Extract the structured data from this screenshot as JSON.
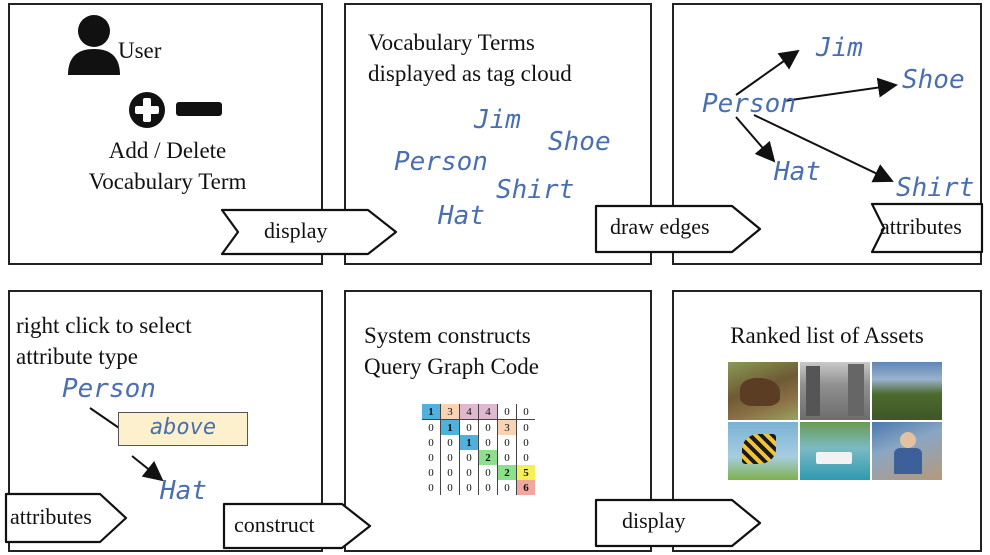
{
  "panel1": {
    "user_label": "User",
    "add_delete_line1": "Add / Delete",
    "add_delete_line2": "Vocabulary Term",
    "arrow_label": "display"
  },
  "panel2": {
    "title_line1": "Vocabulary Terms",
    "title_line2": "displayed as tag cloud",
    "tags": [
      "Jim",
      "Shoe",
      "Person",
      "Shirt",
      "Hat"
    ],
    "arrow_label": "draw edges"
  },
  "panel3": {
    "nodes": [
      "Jim",
      "Shoe",
      "Person",
      "Hat",
      "Shirt"
    ],
    "arrow_label": "attributes"
  },
  "panel4": {
    "title_line1": "right click to select",
    "title_line2": "attribute type",
    "node_from": "Person",
    "attribute": "above",
    "node_to": "Hat",
    "left_arrow_label": "attributes",
    "arrow_label": "construct"
  },
  "panel5": {
    "title_line1": "System constructs",
    "title_line2": "Query Graph Code",
    "matrix": [
      [
        "1",
        "3",
        "4",
        "4",
        "0",
        "0"
      ],
      [
        "0",
        "1",
        "0",
        "0",
        "3",
        "0"
      ],
      [
        "0",
        "0",
        "1",
        "0",
        "0",
        "0"
      ],
      [
        "0",
        "0",
        "0",
        "2",
        "0",
        "0"
      ],
      [
        "0",
        "0",
        "0",
        "0",
        "2",
        "5"
      ],
      [
        "0",
        "0",
        "0",
        "0",
        "0",
        "6"
      ]
    ],
    "arrow_label": "display"
  },
  "panel6": {
    "title": "Ranked list of Assets",
    "thumbnails": [
      "bear-image",
      "street-image",
      "landscape-image",
      "butterfly-image",
      "boat-image",
      "people-image"
    ]
  },
  "colors": {
    "handwriting": "#4a6fb0",
    "attribute_box": "#fdf0cc",
    "matrix_blue": "#4fb1dc",
    "matrix_orange": "#f8d4b4",
    "matrix_pink": "#e0b8d0",
    "matrix_green": "#8ee08e",
    "matrix_yellow": "#f6ef5a",
    "matrix_red": "#f2a79e"
  }
}
